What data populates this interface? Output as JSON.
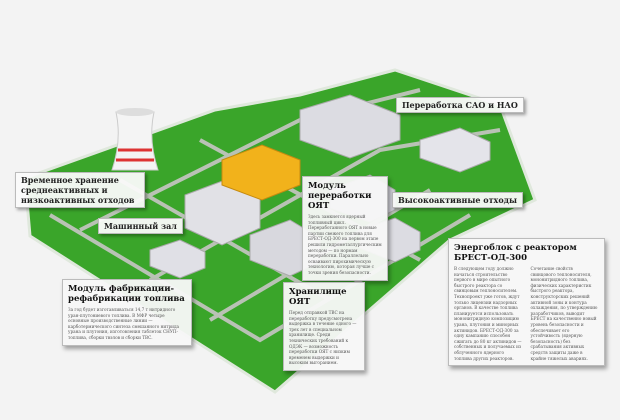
{
  "labels": {
    "temp_storage": "Временное хранение среднеактивных и низкоактивных отходов",
    "turbine_hall": "Машинный зал",
    "sao_nao": "Переработка САО и НАО",
    "high_level_waste": "Высокоактивные отходы"
  },
  "boxes": {
    "reprocessing": {
      "title": "Модуль переработки ОЯТ",
      "text": "Здесь замкнется ядерный топливный цикл. Переработанного ОЯТ в новые партии свежего топлива для БРЕСТ-ОД-300 на первом этапе решили гидрометаллургическим методом — по нормам переработки. Параллельно осваивают пирохимическую технологию, которая лучше с точки зрения безопасности."
    },
    "fabrication": {
      "title": "Модуль фабрикации-рефабрикации топлива",
      "text": "За год будет изготавливаться 14,7 т нитридного уран-плутониевого топлива. В МФР четыре основные производственные линии — карботермического синтеза смешанного нитрида урана и плутония, изготовления таблеток СНУП-топлива, сборки твэлов и сборки ТВС."
    },
    "storage": {
      "title": "Хранилище ОЯТ",
      "text": "Перед отправкой ТВС на переработку предусмотрена выдержка в течение одного — трех лет в специальном хранилище. Среди технических требований к ОДЭК — возможность переработки ОЯТ с низким временем выдержки и высоким выгоранием."
    },
    "brest": {
      "title": "Энергоблок с реактором БРЕСТ-ОД-300",
      "col1": "В следующем году должно начаться строительство первого в мире опытного быстрого реактора со свинцовым теплоносителем. Технопроект уже готов, ждут только лицензии надзорных органов. В качестве топлива планируется использовать мононитридную композицию урана, плутония и минорных актинидов. БРЕСТ-ОД-300 за одну кампанию способен сжигать до 80 кг актинидов — собственных и получаемых из облученного ядерного топлива других реакторов.",
      "col2": "Сочетание свойств свинцового теплоносителя, мононитридного топлива, физических характеристик быстрого реактора, конструкторских решений активной зоны и контура охлаждения, по утверждению разработчиков, выводит БРЕСТ на качественно новый уровень безопасности и обеспечивает его устойчивость (ядерную безопасность) без срабатывания активных средств защиты даже в крайне тяжелых авариях."
    }
  },
  "colors": {
    "grass": "#3aa52a",
    "road": "#b9c2b5",
    "building": "#d8d8de",
    "accent": "#f2b21b"
  }
}
